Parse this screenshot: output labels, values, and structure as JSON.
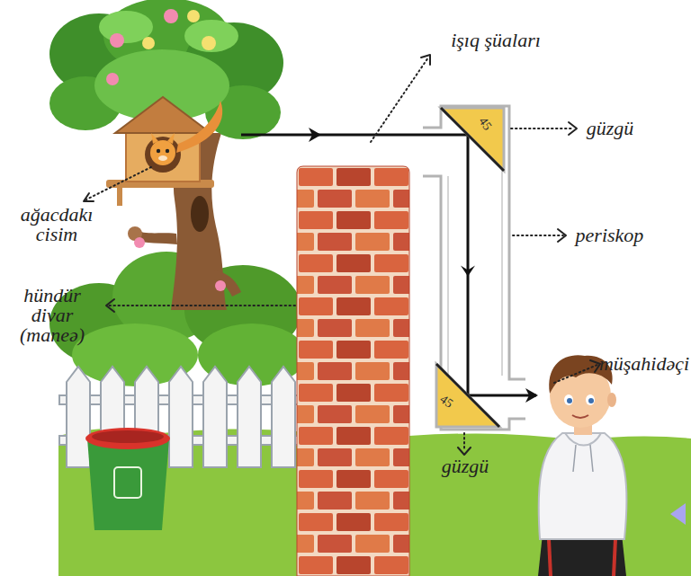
{
  "diagram": {
    "nodes": [
      {
        "text": [
          "45"
        ]
      },
      {
        "text": [
          "45"
        ]
      }
    ],
    "edges": [
      {
        "from": 0,
        "to": 1,
        "arrow": "to"
      }
    ],
    "labels": [
      "işıq şüaları",
      "güzgü",
      "periskop",
      "ağacdakı cisim",
      "müşahidəçi",
      "hündür divar (maneə)",
      "güzgü"
    ]
  }
}
